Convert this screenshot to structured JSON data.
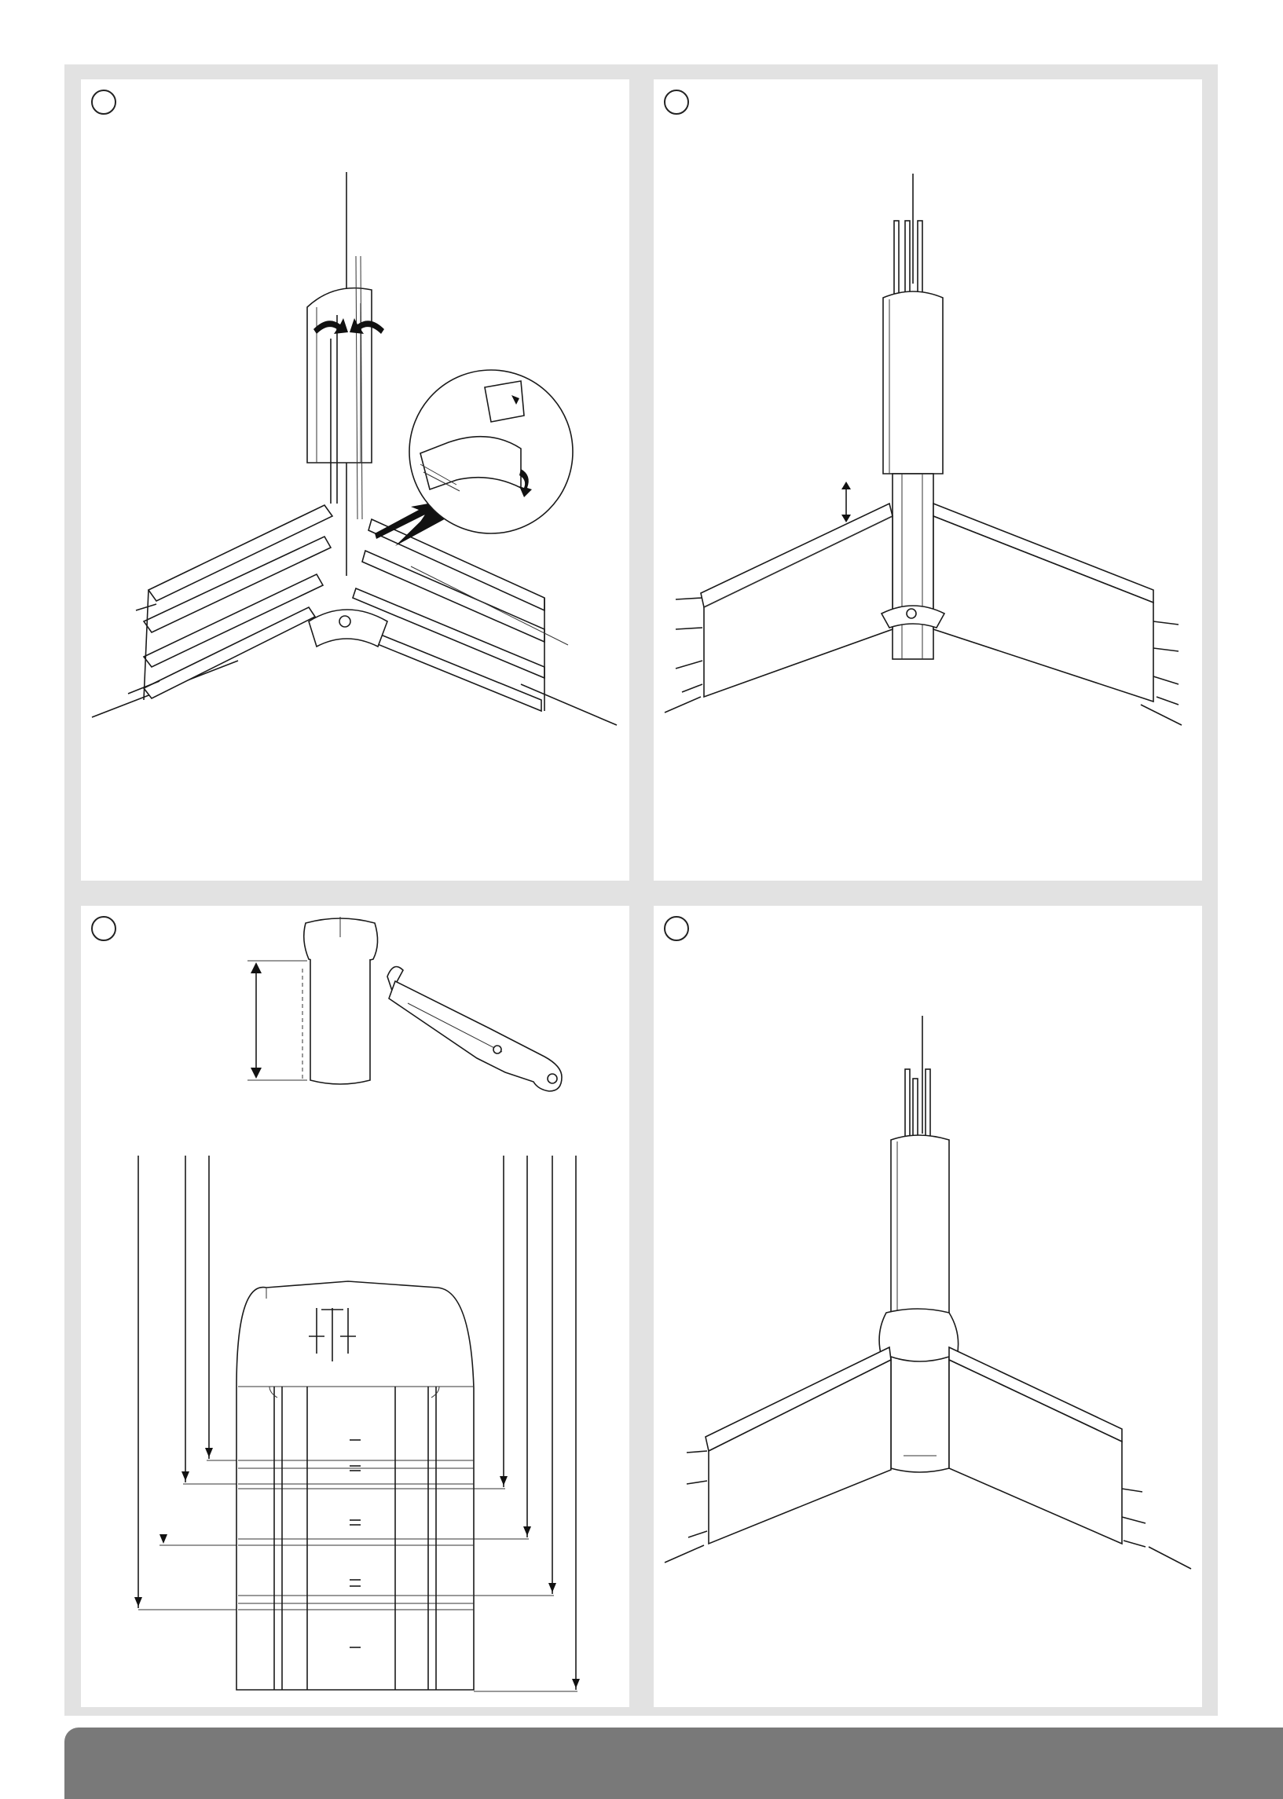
{
  "steps": [
    {
      "id": "step-1",
      "number": ""
    },
    {
      "id": "step-2",
      "number": ""
    },
    {
      "id": "step-3",
      "number": ""
    },
    {
      "id": "step-4",
      "number": ""
    }
  ],
  "colors": {
    "frame": "#e2e2e2",
    "panel": "#ffffff",
    "footer_bar": "#797979",
    "line_art": "#1a1a1a"
  },
  "icons": {
    "step_marker": "circle-outline",
    "arrow": "filled-arrow",
    "tool": "utility-knife"
  }
}
